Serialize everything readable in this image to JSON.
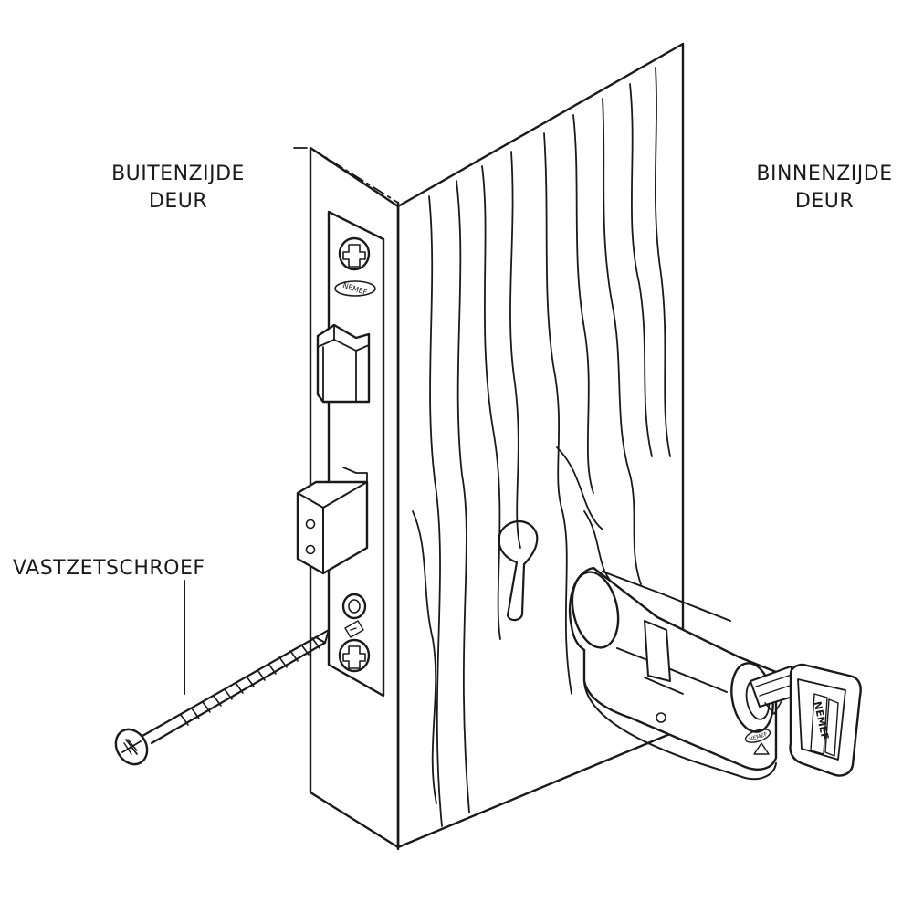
{
  "labels": {
    "outside_line1": "BUITENZIJDE",
    "outside_line2": "DEUR",
    "inside_line1": "BINNENZIJDE",
    "inside_line2": "DEUR",
    "screw": "VASTZETSCHROEF"
  },
  "brand": {
    "faceplate": "NEMEF",
    "cylinder": "NEMEF",
    "key": "NEMEF"
  },
  "colors": {
    "line": "#1a1a1a",
    "background": "#ffffff"
  }
}
